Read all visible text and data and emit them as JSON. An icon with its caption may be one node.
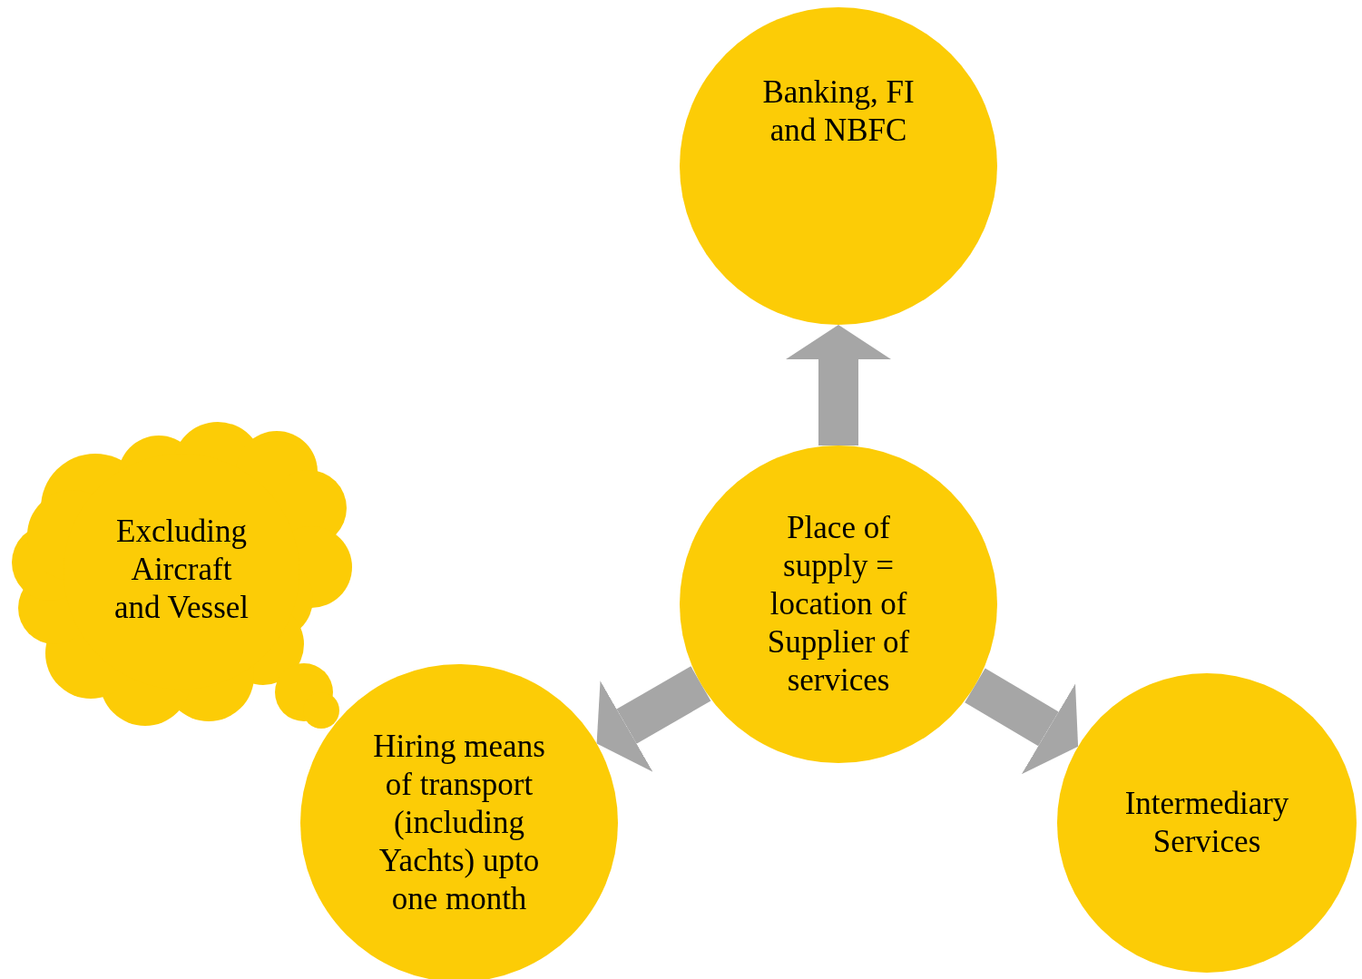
{
  "diagram": {
    "nodes": [
      {
        "text": [
          "Place of supply = location of Supplier of services"
        ]
      },
      {
        "text": [
          "Banking, FI and NBFC"
        ]
      },
      {
        "text": [
          "Hiring means of transport (including Yachts) upto one month"
        ]
      },
      {
        "text": [
          "Intermediary Services"
        ]
      },
      {
        "text": [
          "Excluding Aircraft and Vessel"
        ]
      }
    ],
    "edges": [
      {
        "from": 0,
        "to": 1,
        "arrow": "to"
      },
      {
        "from": 0,
        "to": 2,
        "arrow": "to"
      },
      {
        "from": 0,
        "to": 3,
        "arrow": "to"
      }
    ]
  }
}
